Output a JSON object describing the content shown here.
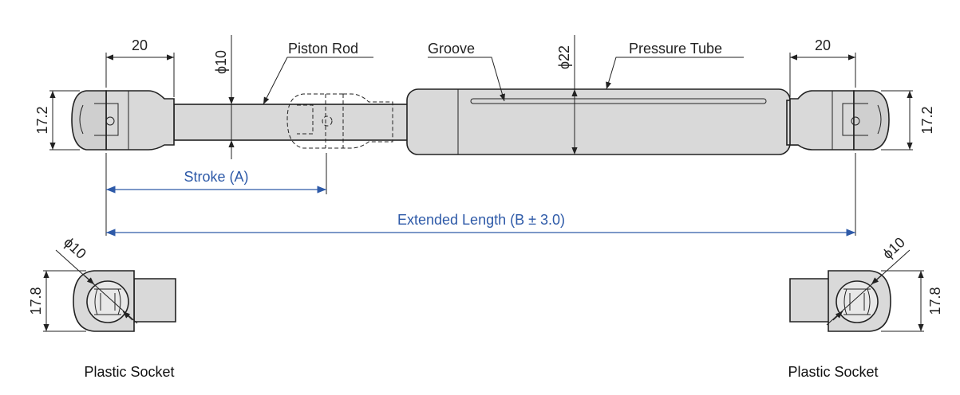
{
  "labels": {
    "piston_rod": "Piston Rod",
    "groove": "Groove",
    "pressure_tube": "Pressure Tube",
    "stroke": "Stroke (A)",
    "extended_length": "Extended Length (B ± 3.0)",
    "socket_left": "Plastic Socket",
    "socket_right": "Plastic Socket"
  },
  "dimensions": {
    "end_width_left": "20",
    "end_width_right": "20",
    "rod_diameter": "ϕ10",
    "tube_diameter": "ϕ22",
    "end_height_left": "17.2",
    "end_height_right": "17.2",
    "socket_ball_left": "ϕ10",
    "socket_ball_right": "ϕ10",
    "socket_height_left": "17.8",
    "socket_height_right": "17.8"
  },
  "colors": {
    "dimension_blue": "#2e5aa8",
    "part_fill": "#d9d9d9",
    "line": "#222222"
  }
}
